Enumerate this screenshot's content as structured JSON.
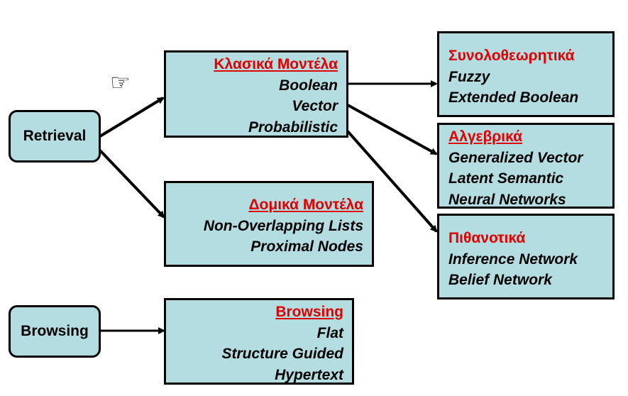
{
  "retrieval": {
    "label": "Retrieval"
  },
  "browsing": {
    "label": "Browsing"
  },
  "pointer_icon": "pointing-hand-icon",
  "classic": {
    "title": "Κλασικά Μοντέλα",
    "items": [
      "Boolean",
      "Vector",
      "Probabilistic"
    ]
  },
  "structural": {
    "title": "Δομικά Μοντέλα",
    "items": [
      "Non-Overlapping Lists",
      "Proximal Nodes"
    ]
  },
  "browse_models": {
    "title": "Browsing",
    "items": [
      "Flat",
      "Structure Guided",
      "Hypertext"
    ]
  },
  "set_theoretic": {
    "title": "Συνολοθεωρητικά",
    "items": [
      "Fuzzy",
      "Extended Boolean"
    ]
  },
  "algebraic": {
    "title": "Αλγεβρικά",
    "items": [
      "Generalized Vector",
      "Latent Semantic",
      "Neural Networks"
    ]
  },
  "probabilistic": {
    "title": "Πιθανοτικά",
    "items": [
      "Inference Network",
      "Belief Network"
    ]
  },
  "colors": {
    "box_fill": "#b4dde2",
    "title_red": "#e00000",
    "border": "#000000"
  }
}
